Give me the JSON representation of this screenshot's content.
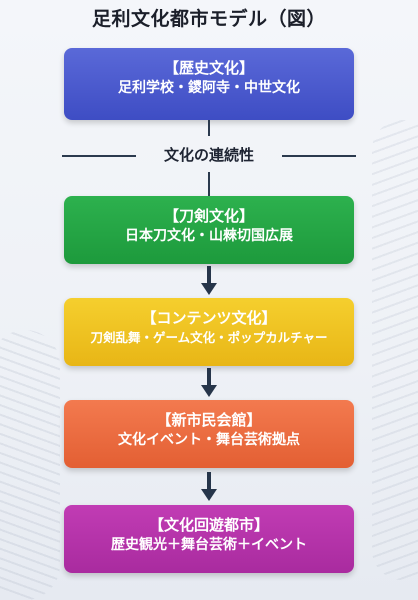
{
  "title": "足利文化都市モデル（図）",
  "continuity_label": "文化の連続性",
  "stages": [
    {
      "head": "【歴史文化】",
      "sub": "足利学校・鑁阿寺・中世文化",
      "color": "#4b5bd0"
    },
    {
      "head": "【刀剣文化】",
      "sub": "日本刀文化・山㯤切国広展",
      "color": "#27a846"
    },
    {
      "head": "【コンテンツ文化】",
      "sub": "刀剣乱舞・ゲーム文化・ポップカルチャー",
      "color": "#efc322"
    },
    {
      "head": "【新市民会館】",
      "sub": "文化イベント・舞台芸術拠点",
      "color": "#ec6d42"
    },
    {
      "head": "【文化回遊都市】",
      "sub": "歴史観光＋舞台芸術＋イベント",
      "color": "#b834ab"
    }
  ]
}
